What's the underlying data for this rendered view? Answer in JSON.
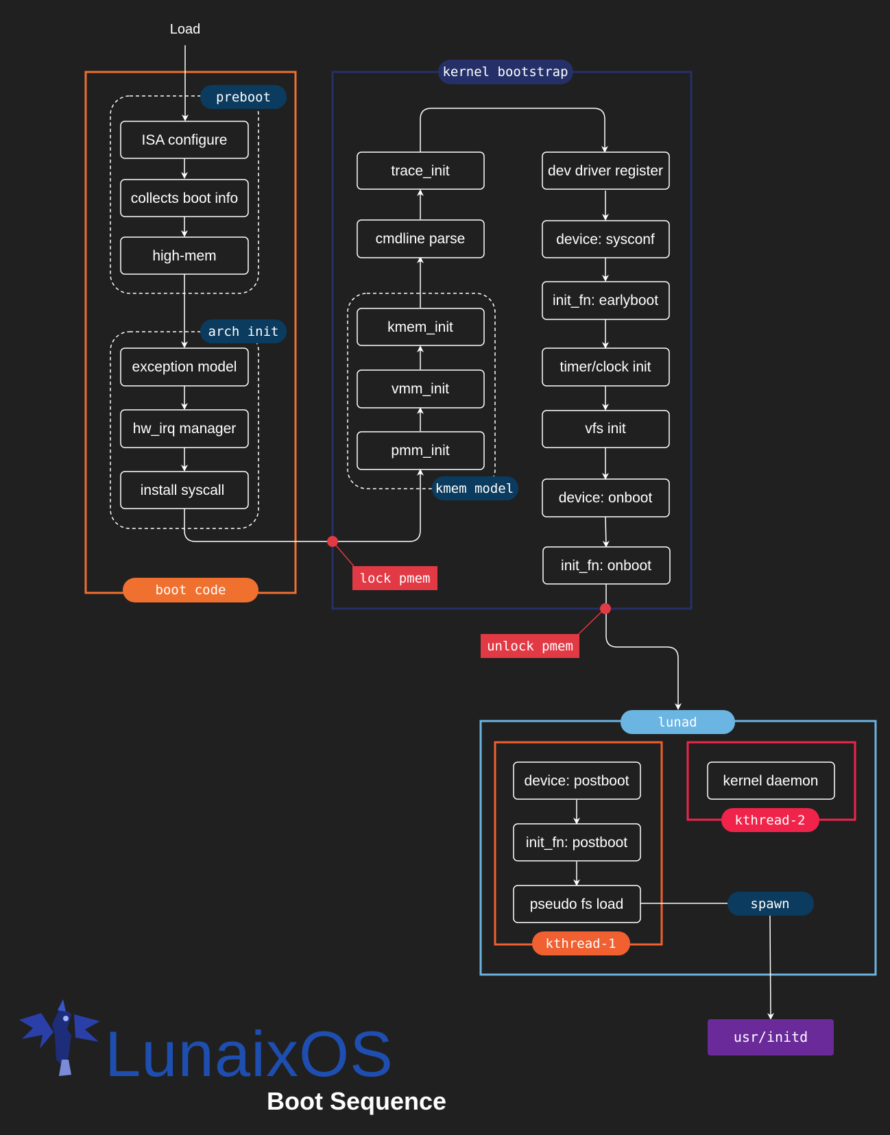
{
  "colors": {
    "background": "#202020",
    "boot_code": "#f07030",
    "kernel_bootstrap": "#253068",
    "group_tag": "#0b3b5e",
    "marker": "#e23a45",
    "lunad": "#6bb5e3",
    "kthread_1": "#f06030",
    "kthread_2": "#f0244a",
    "initd": "#6a2a9a",
    "logo": "#1e4fb0"
  },
  "load_label": "Load",
  "boot_code": {
    "label": "boot code",
    "preboot": {
      "label": "preboot",
      "steps": [
        "ISA configure",
        "collects boot info",
        "high-mem"
      ]
    },
    "arch_init": {
      "label": "arch init",
      "steps": [
        "exception model",
        "hw_irq manager",
        "install syscall"
      ]
    }
  },
  "kernel_bootstrap": {
    "label": "kernel bootstrap",
    "left_column": [
      "trace_init",
      "cmdline parse"
    ],
    "kmem_model": {
      "label": "kmem model",
      "steps": [
        "kmem_init",
        "vmm_init",
        "pmm_init"
      ]
    },
    "right_column": [
      "dev driver register",
      "device: sysconf",
      "init_fn: earlyboot",
      "timer/clock init",
      "vfs init",
      "device: onboot",
      "init_fn: onboot"
    ]
  },
  "markers": {
    "lock": "lock pmem",
    "unlock": "unlock pmem"
  },
  "lunad": {
    "label": "lunad",
    "kthread_1": {
      "label": "kthread-1",
      "steps": [
        "device: postboot",
        "init_fn: postboot",
        "pseudo fs load"
      ]
    },
    "kthread_2": {
      "label": "kthread-2",
      "steps": [
        "kernel daemon"
      ]
    },
    "spawn_label": "spawn"
  },
  "initd_label": "usr/initd",
  "logo": {
    "text": "LunaixOS",
    "mascot_icon": "winged-pony-mascot-icon"
  },
  "footer_title": "Boot Sequence"
}
